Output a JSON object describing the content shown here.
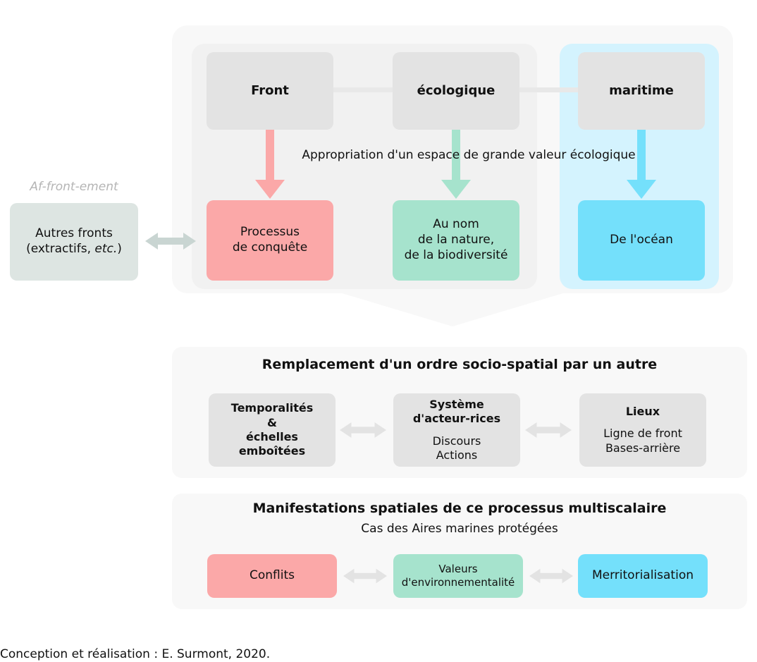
{
  "figure": {
    "caption": "Conception et réalisation : E. Surmont, 2020.",
    "colors": {
      "pink": "#fba8a8",
      "green": "#a6e3cd",
      "cyan": "#74e0fb",
      "grey_box": "#e3e3e3",
      "sage_box": "#dde5e2",
      "panel_outer": "#f8f8f8",
      "panel_inner": "#f1f1f1",
      "panel_blue": "#d4f3fe",
      "connector": "#e8e8e8",
      "arrow_grey": "#e3e3e3",
      "muted_text": "#b5b5b5"
    }
  },
  "aside": {
    "title": "Af-front-ement",
    "box_line1": "Autres fronts",
    "box_line2_prefix": "(extractifs, ",
    "box_line2_italic": "etc.",
    "box_line2_suffix": ")",
    "arrow_name": "double-arrow-left"
  },
  "top_section": {
    "terms": [
      {
        "label": "Front",
        "key": "front"
      },
      {
        "label": "écologique",
        "key": "ecologique"
      },
      {
        "label": "maritime",
        "key": "maritime"
      }
    ],
    "mid_caption": "Appropriation d'un espace de grande valeur écologique",
    "outcomes": [
      {
        "lines": [
          "Processus",
          "de conquête"
        ],
        "color": "pink"
      },
      {
        "lines": [
          "Au nom",
          "de la nature,",
          "de la biodiversité"
        ],
        "color": "green"
      },
      {
        "lines": [
          "De l'océan"
        ],
        "color": "cyan"
      }
    ]
  },
  "middle_section": {
    "title": "Remplacement d'un ordre socio-spatial par un autre",
    "cards": [
      {
        "heading_lines": [
          "Temporalités",
          "&",
          "échelles",
          "emboîtées"
        ],
        "body_lines": []
      },
      {
        "heading_lines": [
          "Système",
          "d'acteur-rices"
        ],
        "body_lines": [
          "Discours",
          "Actions"
        ]
      },
      {
        "heading_lines": [
          "Lieux"
        ],
        "body_lines": [
          "Ligne de front",
          "Bases-arrière"
        ]
      }
    ]
  },
  "bottom_section": {
    "title": "Manifestations spatiales de ce processus multiscalaire",
    "subtitle": "Cas des Aires marines protégées",
    "cards": [
      {
        "lines": [
          "Conflits"
        ],
        "color": "pink"
      },
      {
        "lines": [
          "Valeurs",
          "d'environnementalité"
        ],
        "color": "green"
      },
      {
        "lines": [
          "Merritorialisation"
        ],
        "color": "cyan"
      }
    ]
  }
}
